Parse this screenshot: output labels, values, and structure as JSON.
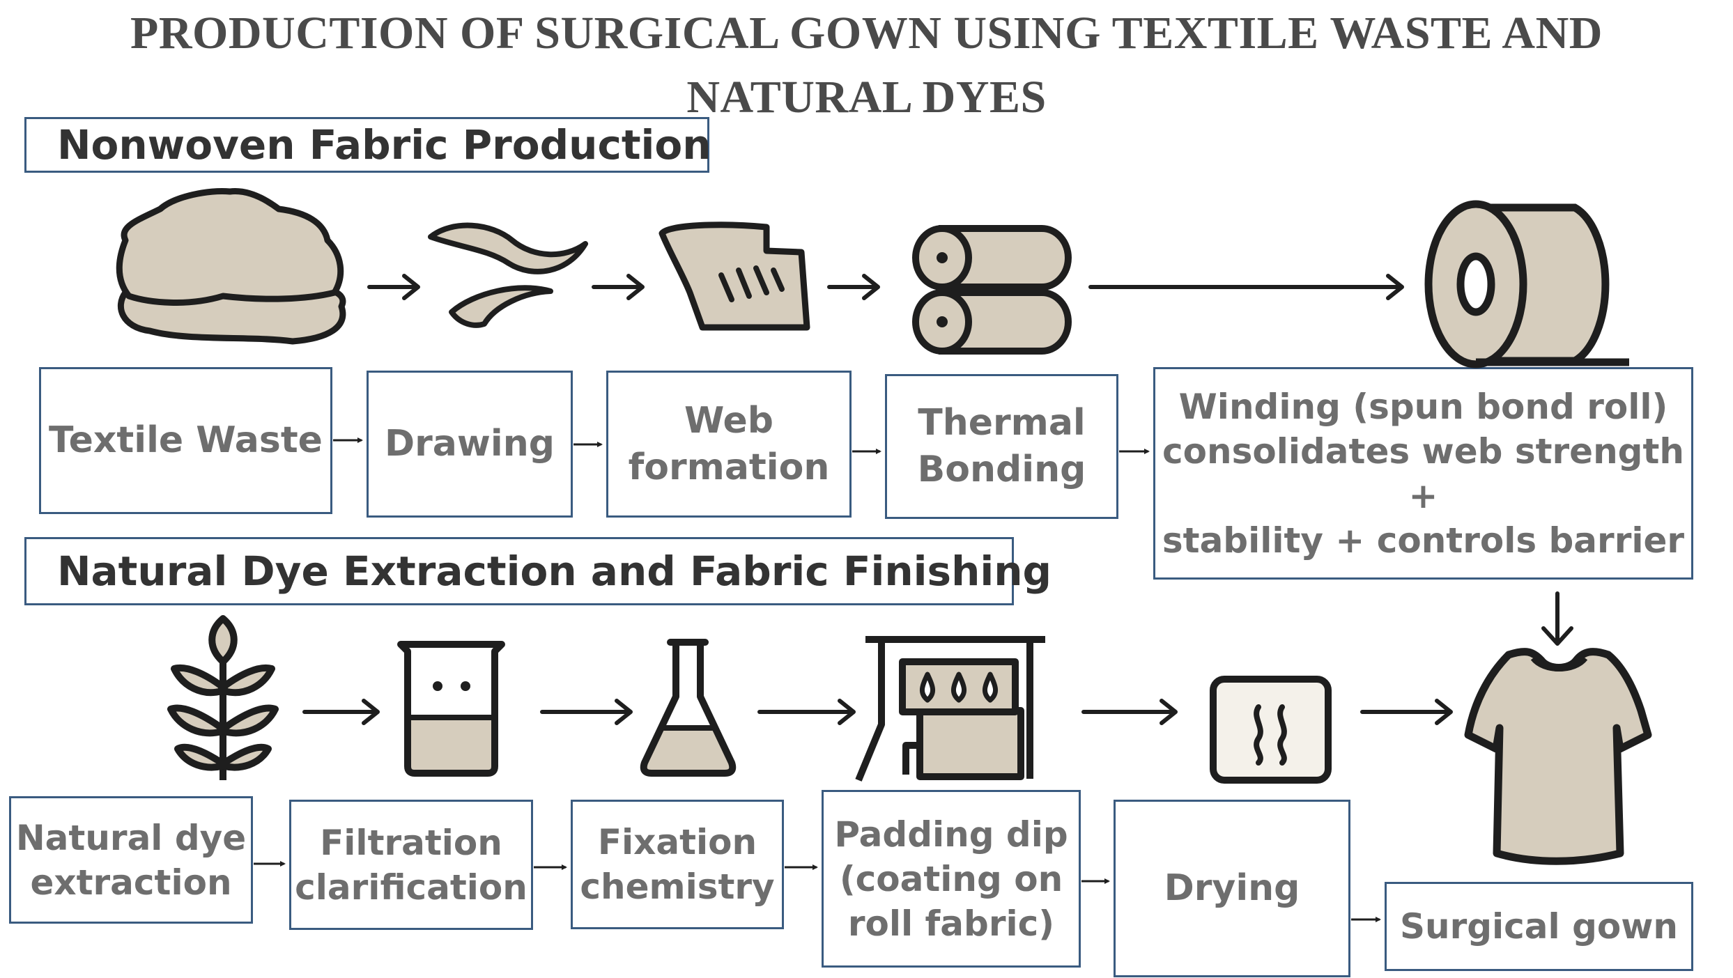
{
  "title_line1": "PRODUCTION OF SURGICAL GOWN USING TEXTILE WASTE AND",
  "title_line2": "NATURAL DYES",
  "section1": {
    "title": "Nonwoven Fabric Production"
  },
  "section2": {
    "title": "Natural Dye Extraction and Fabric Finishing"
  },
  "steps_top": [
    {
      "lines": [
        "Textile Waste"
      ]
    },
    {
      "lines": [
        "Drawing"
      ]
    },
    {
      "lines": [
        "Web",
        "formation"
      ]
    },
    {
      "lines": [
        "Thermal",
        "Bonding"
      ]
    },
    {
      "lines": [
        "Winding (spun bond roll)",
        "consolidates web strength +",
        "stability + controls barrier"
      ]
    }
  ],
  "steps_bottom": [
    {
      "lines": [
        "Natural dye",
        "extraction"
      ]
    },
    {
      "lines": [
        "Filtration",
        "clarification"
      ]
    },
    {
      "lines": [
        "Fixation",
        "chemistry"
      ]
    },
    {
      "lines": [
        "Padding dip",
        "(coating on",
        "roll fabric)"
      ]
    },
    {
      "lines": [
        "Drying"
      ]
    },
    {
      "lines": [
        "Surgical gown"
      ]
    }
  ],
  "icons_top": [
    "textile-waste-icon",
    "fibers-icon",
    "web-sheet-icon",
    "thermal-rollers-icon",
    "fabric-roll-icon"
  ],
  "icons_bottom": [
    "plant-icon",
    "beaker-icon",
    "flask-icon",
    "padding-tank-icon",
    "drying-heat-icon",
    "gown-icon"
  ],
  "colors": {
    "icon_fill": "#d6cdbd",
    "outline": "#1e1e1e",
    "box_border": "#3a5b80",
    "box_text": "#6e6e6e",
    "title_text": "#4a4a4a"
  }
}
